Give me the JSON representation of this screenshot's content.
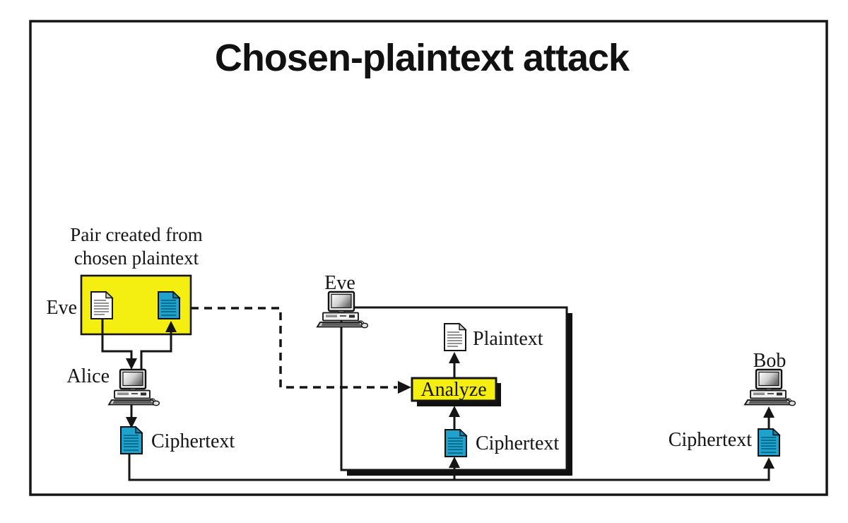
{
  "title": "Chosen-plaintext attack",
  "left": {
    "caption_line1": "Pair created from",
    "caption_line2": "chosen plaintext",
    "eve_label": "Eve",
    "alice_label": "Alice",
    "ciphertext_label": "Ciphertext"
  },
  "middle": {
    "eve_label": "Eve",
    "plaintext_label": "Plaintext",
    "analyze_label": "Analyze",
    "ciphertext_label": "Ciphertext"
  },
  "right": {
    "bob_label": "Bob",
    "ciphertext_label": "Ciphertext"
  },
  "colors": {
    "highlight_yellow": "#f5ee11",
    "document_blue": "#1fa3cd",
    "document_blue_lines": "#0a6e91",
    "line_black": "#151515",
    "shadow_black": "#111111",
    "background": "#ffffff"
  }
}
